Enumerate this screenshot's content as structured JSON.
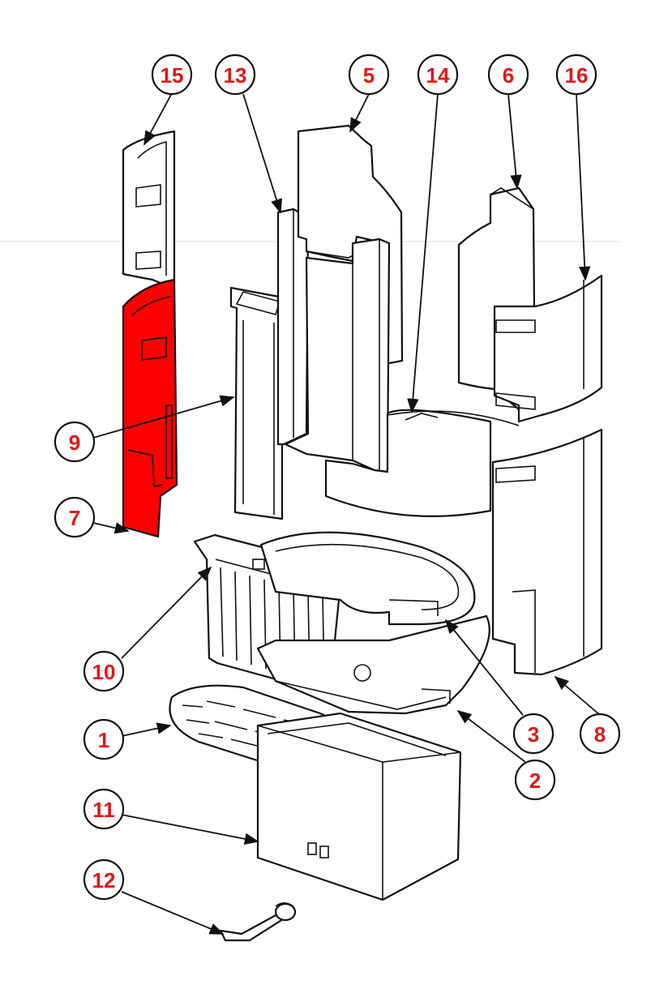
{
  "colors": {
    "highlight": "#ff0000",
    "label_text": "#e01818",
    "line": "#111111"
  },
  "labels": [
    {
      "id": "p15",
      "text": "15"
    },
    {
      "id": "p13",
      "text": "13"
    },
    {
      "id": "p5",
      "text": "5"
    },
    {
      "id": "p14",
      "text": "14"
    },
    {
      "id": "p6",
      "text": "6"
    },
    {
      "id": "p16",
      "text": "16"
    },
    {
      "id": "p9",
      "text": "9"
    },
    {
      "id": "p7",
      "text": "7"
    },
    {
      "id": "p10",
      "text": "10"
    },
    {
      "id": "p1",
      "text": "1"
    },
    {
      "id": "p3",
      "text": "3"
    },
    {
      "id": "p8",
      "text": "8"
    },
    {
      "id": "p2",
      "text": "2"
    },
    {
      "id": "p11",
      "text": "11"
    },
    {
      "id": "p12",
      "text": "12"
    }
  ]
}
